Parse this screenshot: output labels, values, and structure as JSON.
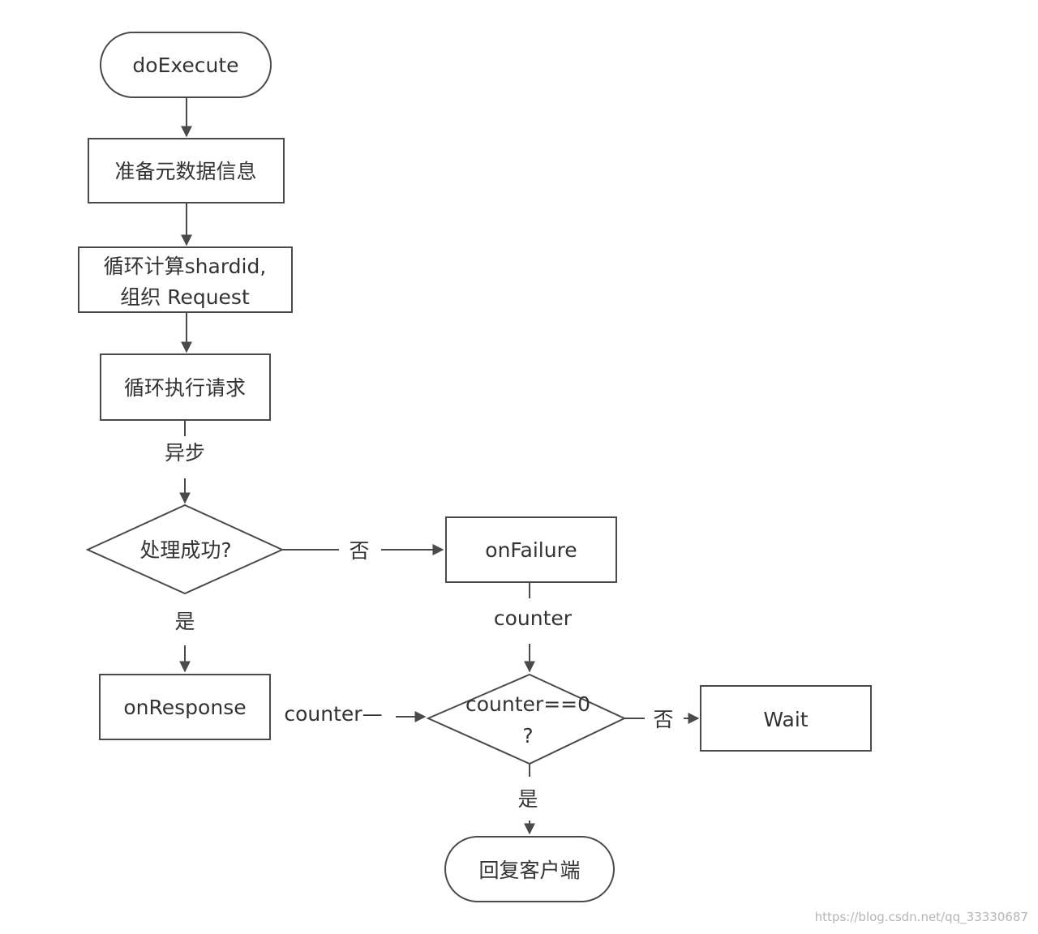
{
  "nodes": {
    "do_execute": "doExecute",
    "prepare_metadata": "准备元数据信息",
    "compute_shard_line1": "循环计算shardid,",
    "compute_shard_line2": "组织 Request",
    "execute_requests": "循环执行请求",
    "success_check": "处理成功?",
    "on_failure": "onFailure",
    "on_response": "onResponse",
    "counter_check_line1": "counter==0",
    "counter_check_line2": "?",
    "wait": "Wait",
    "reply_client": "回复客户端"
  },
  "edges": {
    "async": "异步",
    "success_no": "否",
    "success_yes": "是",
    "failure_counter": "counter",
    "response_counter": "counter—",
    "counter_no": "否",
    "counter_yes": "是"
  },
  "watermark": "https://blog.csdn.net/qq_33330687"
}
